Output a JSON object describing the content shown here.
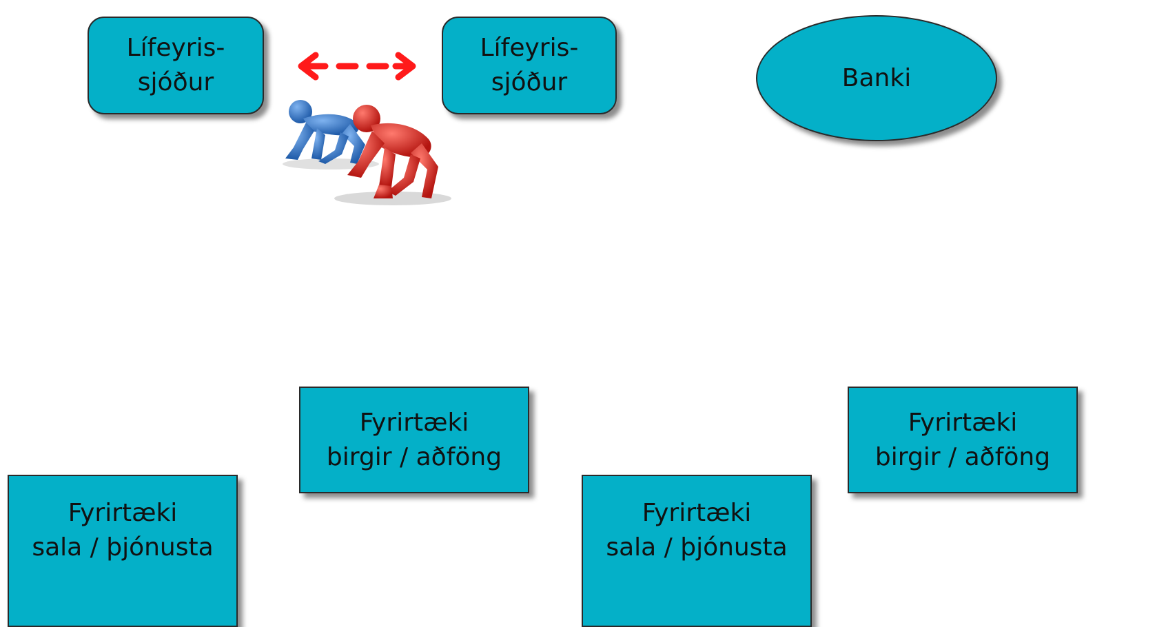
{
  "nodes": {
    "pension_fund_1": {
      "line1": "Lífeyris-",
      "line2": "sjóður"
    },
    "pension_fund_2": {
      "line1": "Lífeyris-",
      "line2": "sjóður"
    },
    "bank": {
      "label": "Banki"
    },
    "company_supplier_1": {
      "line1": "Fyrirtæki",
      "line2": "birgir / aðföng"
    },
    "company_supplier_2": {
      "line1": "Fyrirtæki",
      "line2": "birgir / aðföng"
    },
    "company_sales_1": {
      "line1": "Fyrirtæki",
      "line2": "sala / þjónusta"
    },
    "company_sales_2": {
      "line1": "Fyrirtæki",
      "line2": "sala / þjónusta"
    }
  },
  "colors": {
    "node_fill": "#04b0c8",
    "node_border": "#2a2a2a",
    "arrow": "#ff1a1a",
    "figure_blue": "#2f76c9",
    "figure_red": "#e0261e"
  },
  "icons": {
    "competition": "race-start-figures-icon",
    "connector": "double-headed-dashed-arrow"
  }
}
